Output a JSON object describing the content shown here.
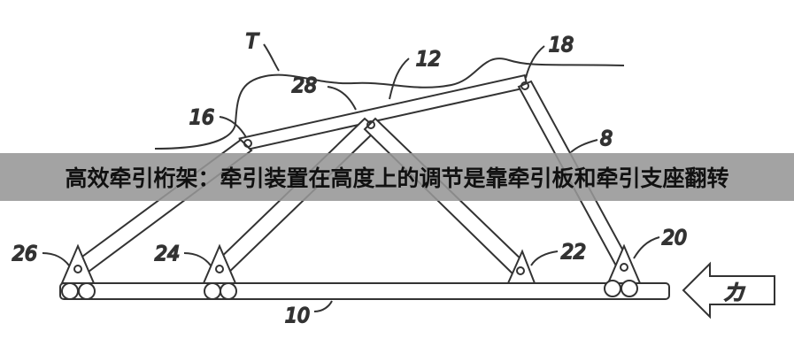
{
  "caption": "高效牵引桁架：牵引装置在高度上的调节是靠牵引板和牵引支座翻转",
  "labels": {
    "t": "T",
    "l12": "12",
    "l18": "18",
    "l28": "28",
    "l16": "16",
    "l8": "8",
    "l26": "26",
    "l24": "24",
    "l22": "22",
    "l20": "20",
    "l10": "10",
    "force": "力"
  }
}
